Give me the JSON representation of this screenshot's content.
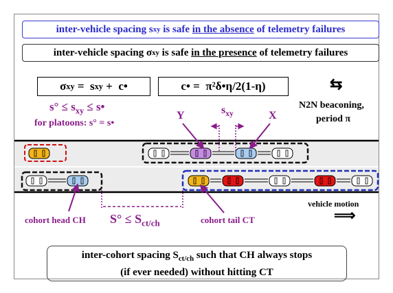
{
  "title_absence": {
    "prefix": "inter-vehicle spacing s",
    "sub": "xy",
    "middle": " is safe ",
    "underline": "in the absence",
    "suffix": " of telemetry failures"
  },
  "title_presence": {
    "prefix": "inter-vehicle spacing σ",
    "sub": "xy",
    "middle": " is safe ",
    "underline": "in the presence",
    "suffix": " of telemetry failures"
  },
  "formula_sigma": {
    "lhs": "σ",
    "lhs_sub": "xy",
    "eq": " =  s",
    "s_sub": "xy",
    "rest": " +  c•"
  },
  "formula_c": "c• =  π²δ•η/2(1-η)",
  "inequality": {
    "left": "s° ≤ s",
    "sub": "xy",
    "right": " ≤ s•"
  },
  "platoon_note": "for platoons: s° = s•",
  "label_y": "Y",
  "label_x": "X",
  "label_sxy": {
    "text": "s",
    "sub": "xy"
  },
  "beacon": {
    "arrows": "⇆",
    "line1": "N2N beaconing,",
    "line2": "period π"
  },
  "cohort_head": "cohort head CH",
  "cohort_tail": "cohort tail CT",
  "cohort_inequality": {
    "left": "S° ≤ S",
    "sub": "ct/ch"
  },
  "vehicle_motion": {
    "label": "vehicle motion",
    "arrow": "⟹"
  },
  "bottom_note": {
    "line1_prefix": "inter-cohort spacing S",
    "line1_sub": "ct/ch",
    "line1_suffix": " such that CH always stops",
    "line2": "(if ever needed) without hitting CT"
  },
  "colors": {
    "blue_text": "#2a2acc",
    "purple": "#8a1c8a",
    "road": "#ececec",
    "car_orange": "#f3b51a",
    "car_purple": "#c78be6",
    "car_blue": "#a9cdf0",
    "car_red": "#e31414",
    "car_white": "#ffffff",
    "cohort_black": "#111111",
    "cohort_blue": "#1f2fb8",
    "cohort_red": "#d01010"
  }
}
